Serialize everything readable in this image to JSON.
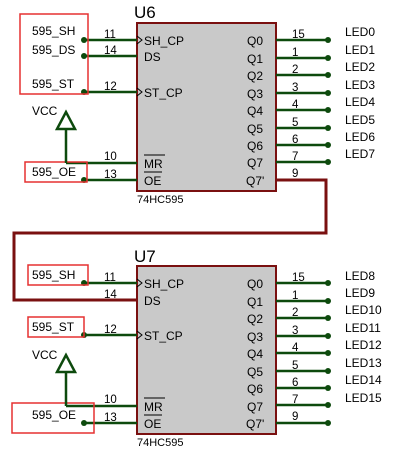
{
  "chips": [
    {
      "ref": "U6",
      "part": "74HC595",
      "left_pins": [
        {
          "name": "SH_CP",
          "num": "11"
        },
        {
          "name": "DS",
          "num": "14"
        },
        {
          "name": "ST_CP",
          "num": "12"
        },
        {
          "name": "MR",
          "num": "10"
        },
        {
          "name": "OE",
          "num": "13"
        }
      ],
      "right_pins": [
        {
          "name": "Q0",
          "num": "15",
          "net": "LED0"
        },
        {
          "name": "Q1",
          "num": "1",
          "net": "LED1"
        },
        {
          "name": "Q2",
          "num": "2",
          "net": "LED2"
        },
        {
          "name": "Q3",
          "num": "3",
          "net": "LED3"
        },
        {
          "name": "Q4",
          "num": "4",
          "net": "LED4"
        },
        {
          "name": "Q5",
          "num": "5",
          "net": "LED5"
        },
        {
          "name": "Q6",
          "num": "6",
          "net": "LED6"
        },
        {
          "name": "Q7",
          "num": "7",
          "net": "LED7"
        },
        {
          "name": "Q7'",
          "num": "9",
          "net": ""
        }
      ],
      "labels": [
        "595_SH",
        "595_DS",
        "595_ST",
        "595_OE"
      ],
      "vcc": "VCC"
    },
    {
      "ref": "U7",
      "part": "74HC595",
      "left_pins": [
        {
          "name": "SH_CP",
          "num": "11"
        },
        {
          "name": "DS",
          "num": "14"
        },
        {
          "name": "ST_CP",
          "num": "12"
        },
        {
          "name": "MR",
          "num": "10"
        },
        {
          "name": "OE",
          "num": "13"
        }
      ],
      "right_pins": [
        {
          "name": "Q0",
          "num": "15",
          "net": "LED8"
        },
        {
          "name": "Q1",
          "num": "1",
          "net": "LED9"
        },
        {
          "name": "Q2",
          "num": "2",
          "net": "LED10"
        },
        {
          "name": "Q3",
          "num": "3",
          "net": "LED11"
        },
        {
          "name": "Q4",
          "num": "4",
          "net": "LED12"
        },
        {
          "name": "Q5",
          "num": "5",
          "net": "LED13"
        },
        {
          "name": "Q6",
          "num": "6",
          "net": "LED14"
        },
        {
          "name": "Q7",
          "num": "7",
          "net": "LED15"
        },
        {
          "name": "Q7'",
          "num": "9",
          "net": ""
        }
      ],
      "labels": [
        "595_SH",
        "595_ST",
        "595_OE"
      ],
      "vcc": "VCC"
    }
  ],
  "colors": {
    "chip_fill": "#c9c9c9",
    "chip_border": "#7a1010",
    "wire": "#0d4a0d",
    "label_box": "#e53030"
  }
}
